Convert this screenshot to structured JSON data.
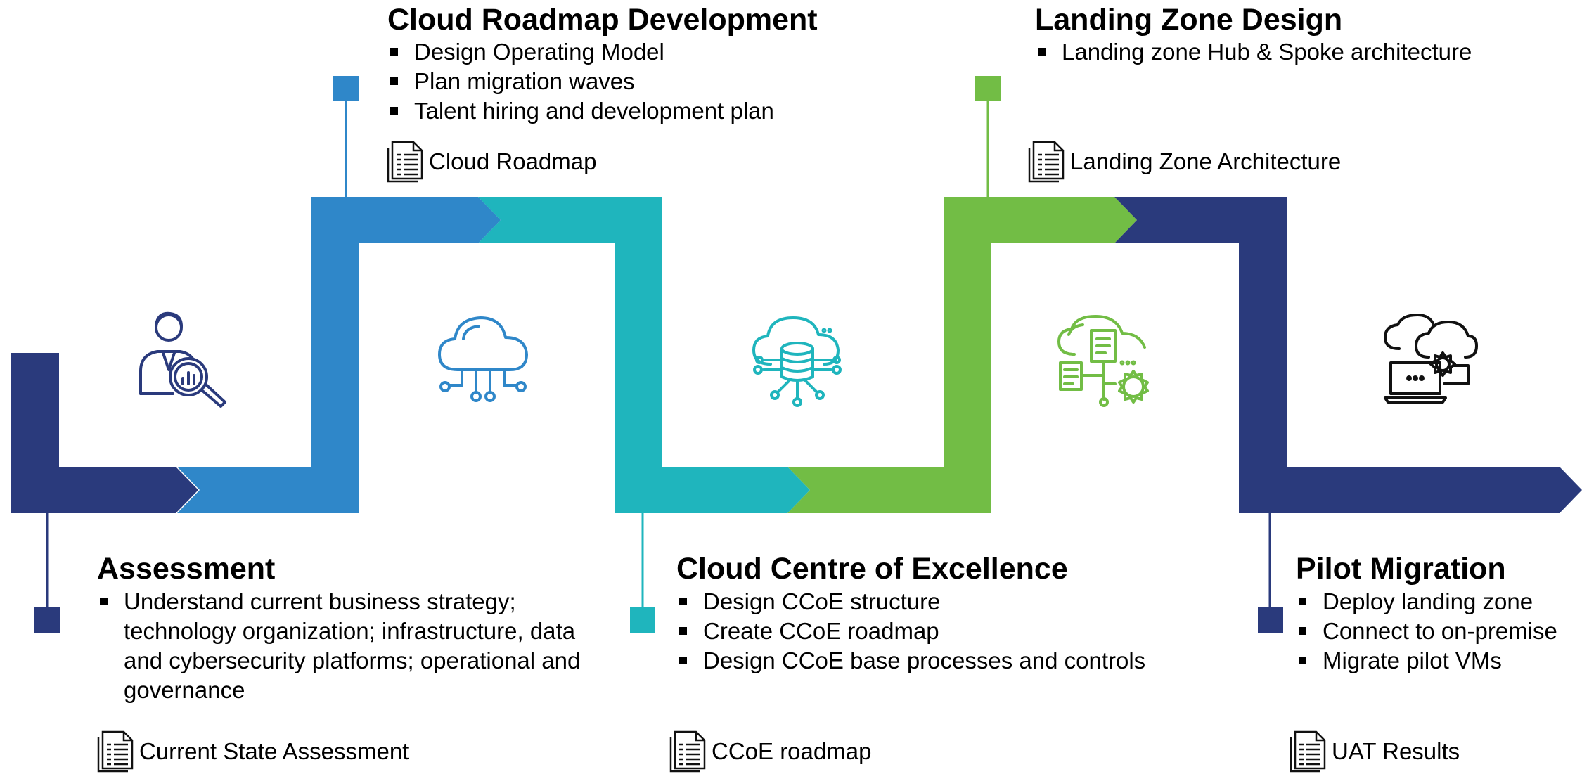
{
  "stages": [
    {
      "title": "Assessment",
      "bullets": [
        "Understand current business strategy; technology organization; infrastructure, data and cybersecurity platforms; operational and governance"
      ],
      "deliverable": "Current State Assessment",
      "color": "#2a3a7c",
      "icon": "person-analytics-icon"
    },
    {
      "title": "Cloud Roadmap Development",
      "bullets": [
        "Design Operating Model",
        "Plan migration waves",
        "Talent hiring and development plan"
      ],
      "deliverable": "Cloud Roadmap",
      "color": "#2f87c9",
      "icon": "cloud-network-icon"
    },
    {
      "title": "Cloud Centre of Excellence",
      "bullets": [
        "Design CCoE structure",
        "Create CCoE roadmap",
        "Design CCoE base processes and controls"
      ],
      "deliverable": "CCoE roadmap",
      "color": "#1fb5bd",
      "icon": "cloud-database-icon"
    },
    {
      "title": "Landing Zone Design",
      "bullets": [
        "Landing zone Hub & Spoke architecture"
      ],
      "deliverable": "Landing Zone Architecture",
      "color": "#72bd45",
      "icon": "cloud-document-gear-icon"
    },
    {
      "title": "Pilot Migration",
      "bullets": [
        "Deploy landing zone",
        "Connect to on-premise",
        "Migrate pilot VMs"
      ],
      "deliverable": "UAT Results",
      "color": "#2a3a7c",
      "icon": "cloud-laptop-gear-icon"
    }
  ]
}
